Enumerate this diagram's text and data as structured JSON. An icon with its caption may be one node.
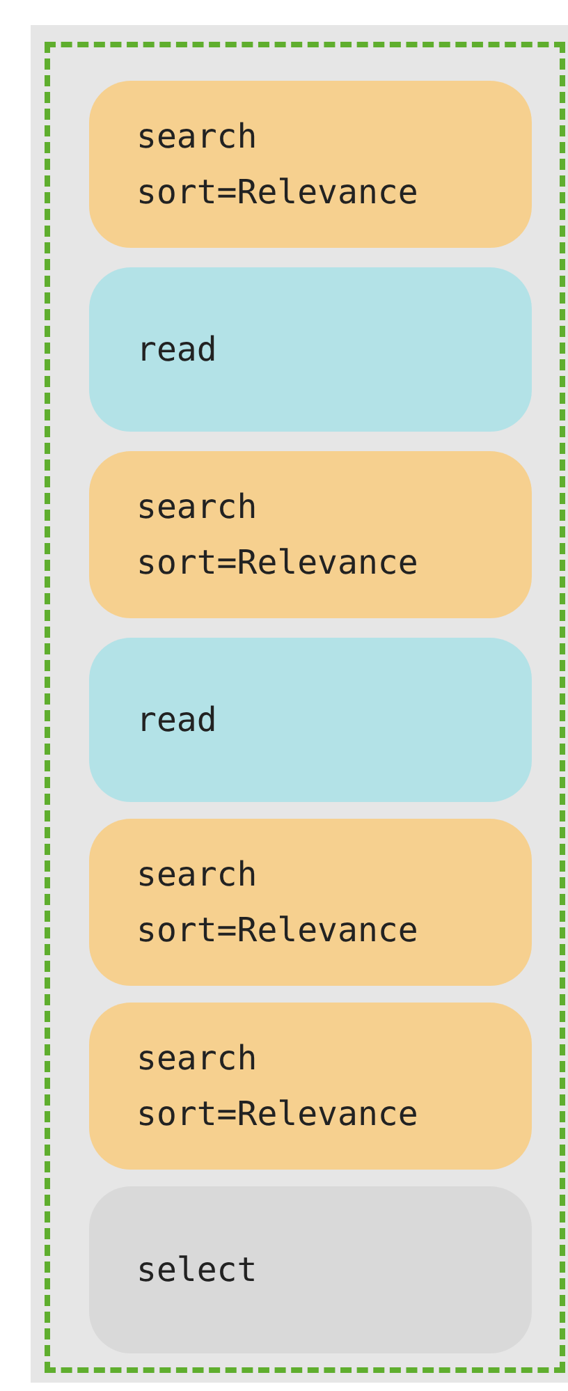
{
  "diagram": {
    "nodes": [
      {
        "text": [],
        "shape": "box"
      },
      {
        "text": [
          "search sort=Relevance"
        ],
        "in": 0
      },
      {
        "text": [
          "read"
        ],
        "in": 0
      },
      {
        "text": [
          "search sort=Relevance"
        ],
        "in": 0
      },
      {
        "text": [
          "read"
        ],
        "in": 0
      },
      {
        "text": [
          "search sort=Relevance"
        ],
        "in": 0
      },
      {
        "text": [
          "search sort=Relevance"
        ],
        "in": 0
      },
      {
        "text": [
          "select"
        ],
        "in": 0
      }
    ]
  }
}
